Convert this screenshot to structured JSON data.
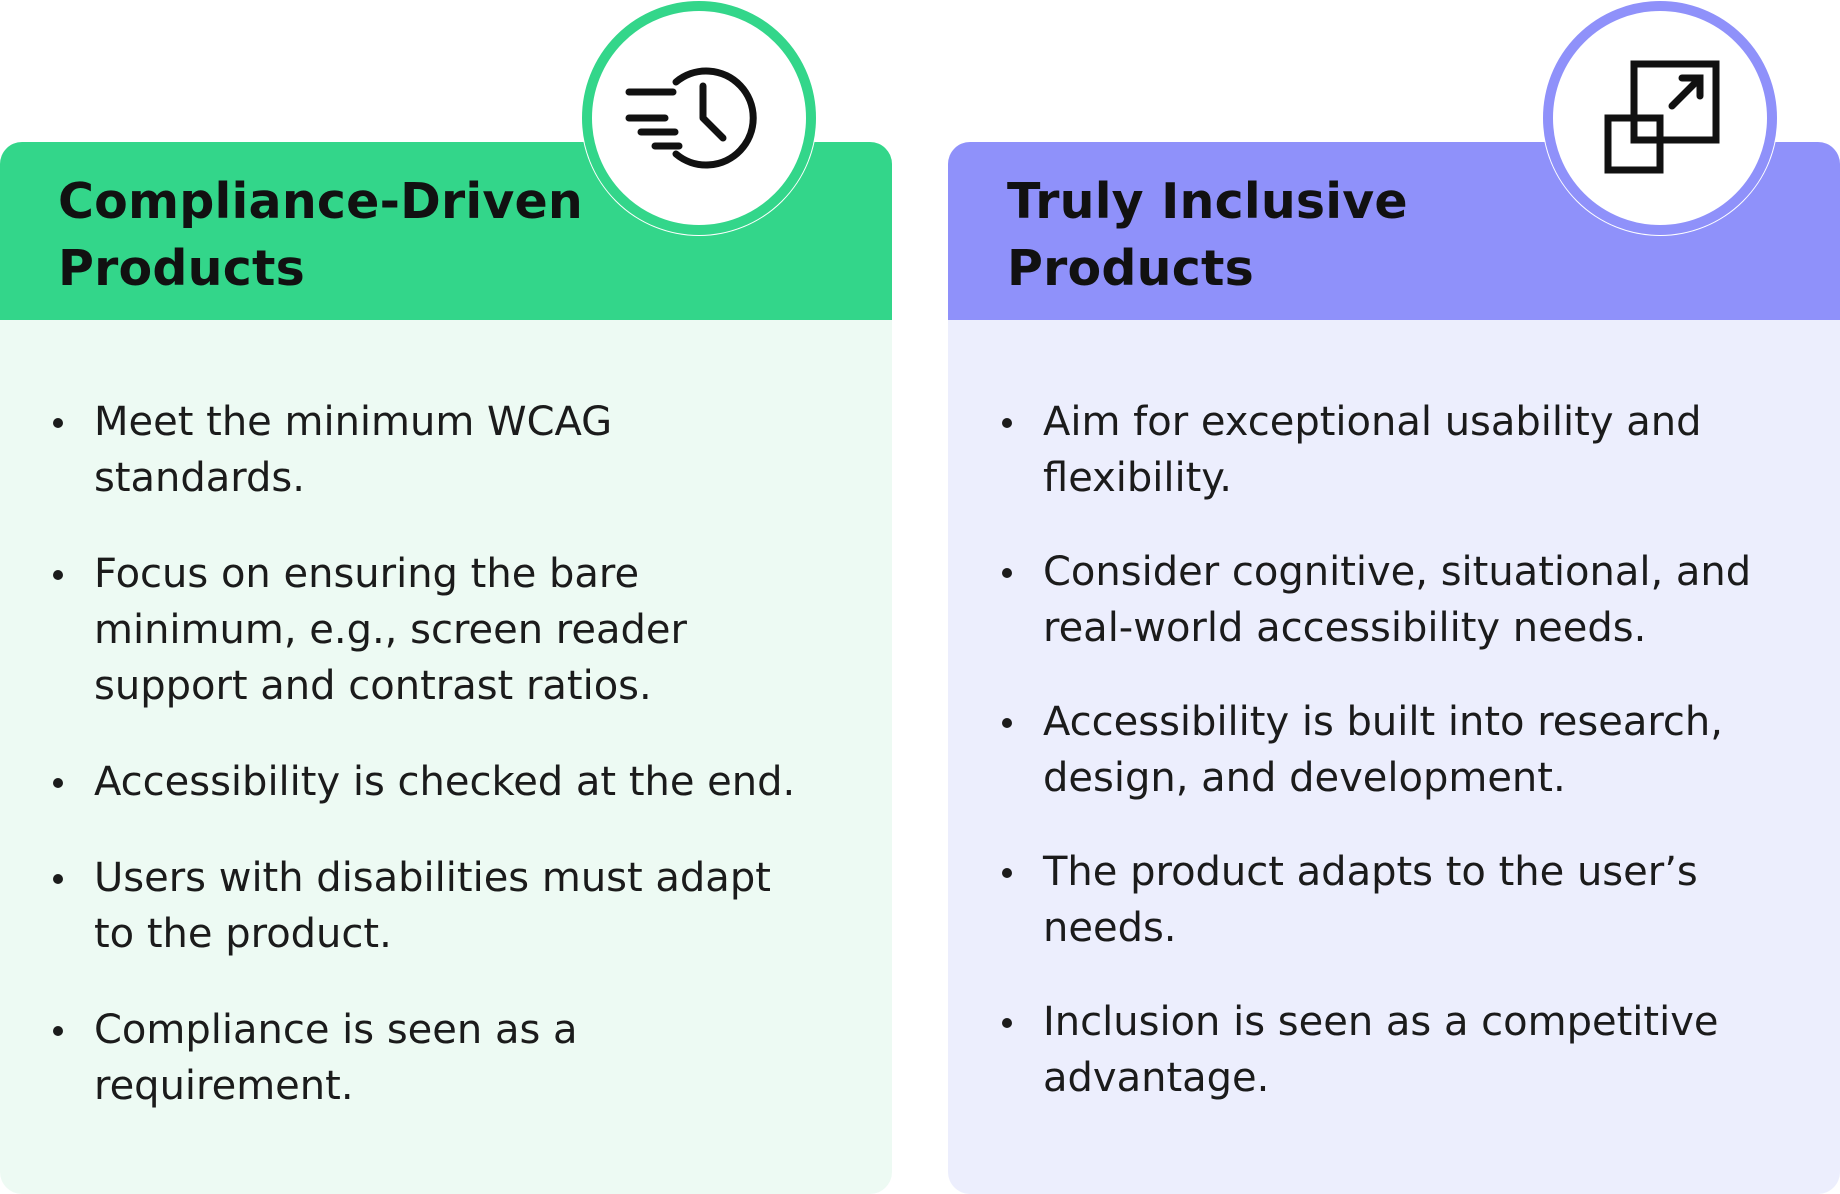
{
  "colors": {
    "left_accent": "#33d68a",
    "left_body_bg": "#edfaf3",
    "right_accent": "#8f91fa",
    "right_body_bg": "#eceefd"
  },
  "left": {
    "title_lines": [
      "Compliance-Driven",
      "Products"
    ],
    "icon": "clock-speed-icon",
    "bullets": [
      [
        "Meet the minimum WCAG",
        "standards."
      ],
      [
        "Focus on ensuring the bare",
        "minimum, e.g., screen reader",
        "support and contrast ratios."
      ],
      [
        "Accessibility is checked at the end."
      ],
      [
        "Users with disabilities must adapt",
        "to the product."
      ],
      [
        "Compliance is seen as a",
        "requirement."
      ]
    ]
  },
  "right": {
    "title_lines": [
      "Truly Inclusive",
      "Products"
    ],
    "icon": "expand-squares-icon",
    "bullets": [
      [
        "Aim for exceptional usability and",
        "flexibility."
      ],
      [
        "Consider cognitive, situational, and",
        "real-world accessibility needs."
      ],
      [
        "Accessibility is built into research,",
        "design, and development."
      ],
      [
        "The product adapts to the user’s",
        "needs."
      ],
      [
        "Inclusion is seen as a competitive",
        "advantage."
      ]
    ]
  }
}
